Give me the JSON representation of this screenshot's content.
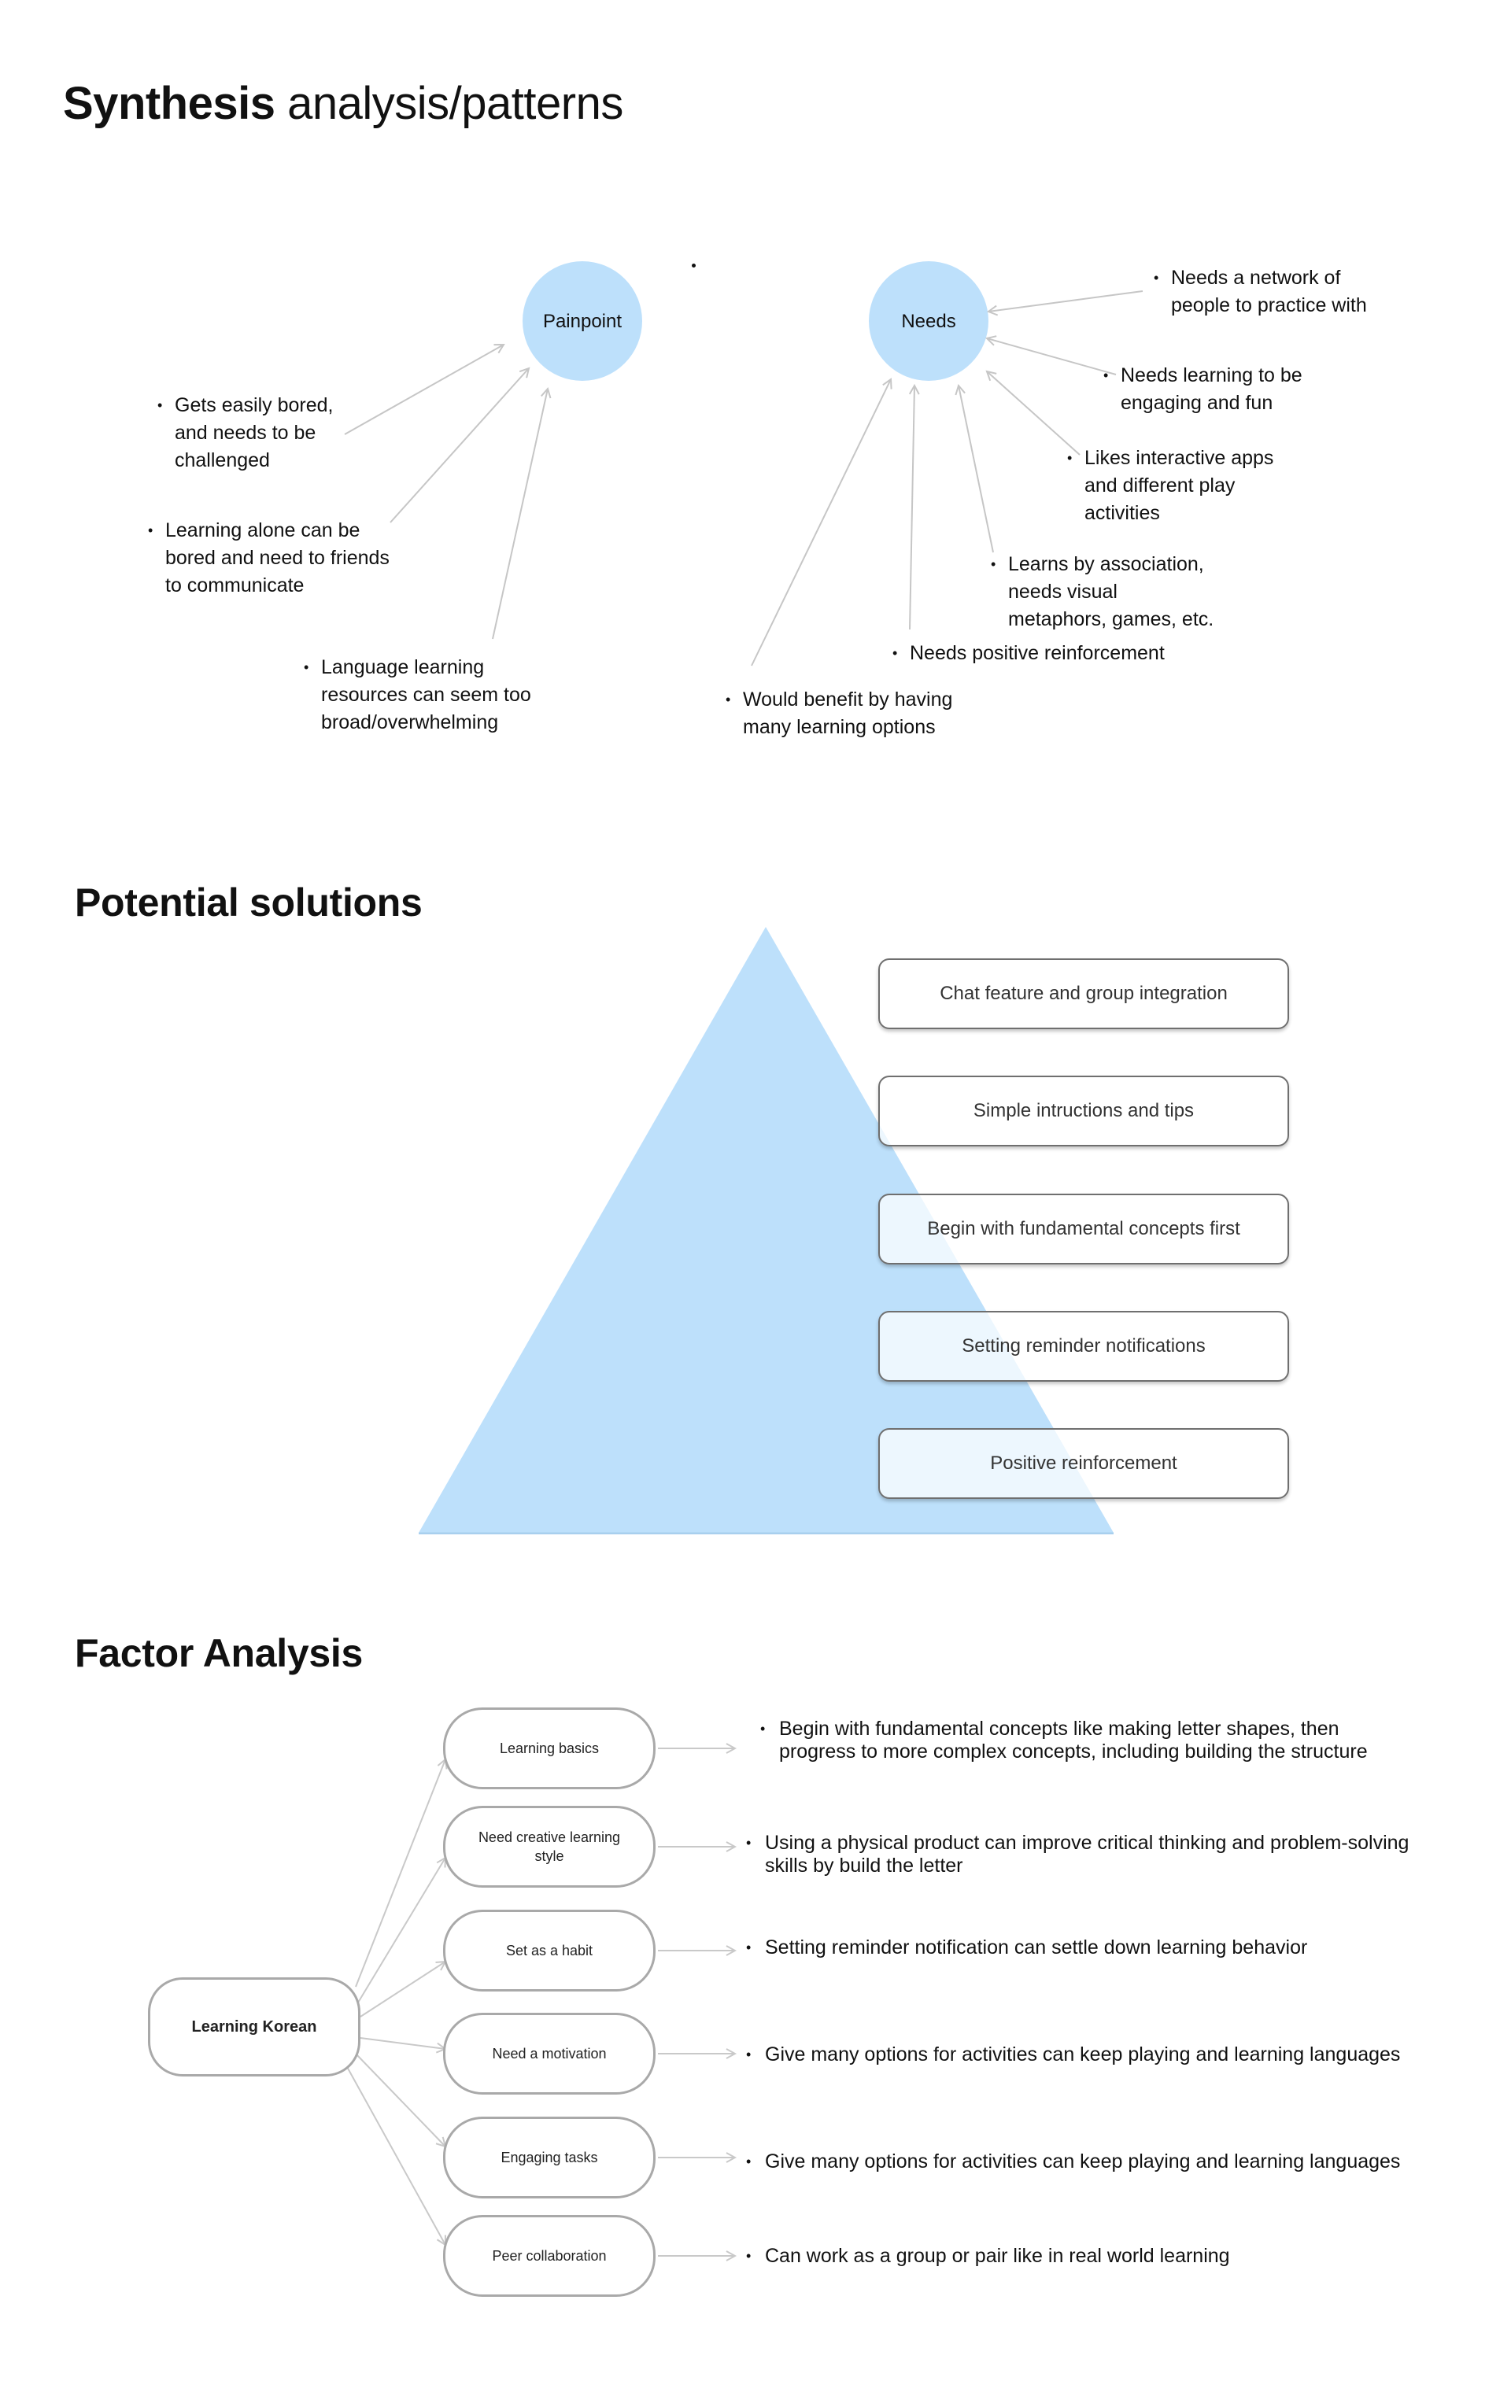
{
  "header": {
    "title_bold": "Synthesis",
    "title_light": "analysis/patterns"
  },
  "synthesis": {
    "painpoint_label": "Painpoint",
    "needs_label": "Needs",
    "painpoints": [
      {
        "lines": [
          "Gets easily bored,",
          "and needs to be",
          "challenged"
        ]
      },
      {
        "lines": [
          "Learning alone can be",
          "bored and need to friends",
          "to communicate"
        ]
      },
      {
        "lines": [
          "Language learning",
          "resources can seem too",
          "broad/overwhelming"
        ]
      }
    ],
    "needs": [
      {
        "lines": [
          "Needs a network of",
          "people to practice with"
        ]
      },
      {
        "lines": [
          "Needs learning to be",
          "engaging and fun"
        ]
      },
      {
        "lines": [
          "Likes interactive apps",
          "and different play",
          "activities"
        ]
      },
      {
        "lines": [
          "Learns by association,",
          "needs visual",
          "metaphors, games, etc."
        ]
      },
      {
        "lines": [
          "Needs positive reinforcement"
        ]
      },
      {
        "lines": [
          "Would benefit by having",
          "many learning options"
        ]
      }
    ],
    "colors": {
      "circle": "#bde0fb",
      "arrow": "#c6c6c6"
    }
  },
  "solutions": {
    "title": "Potential solutions",
    "items": [
      "Chat feature and group integration",
      "Simple intructions and tips",
      "Begin with fundamental concepts first",
      "Setting reminder notifications",
      "Positive reinforcement"
    ],
    "colors": {
      "pyramid": "#bde0fb",
      "border": "#6f6f6f"
    }
  },
  "factor": {
    "title": "Factor Analysis",
    "root": "Learning Korean",
    "factors": [
      {
        "label": "Learning basics",
        "detail": "Begin with fundamental concepts like making letter shapes, then progress to more complex concepts, including building the structure"
      },
      {
        "label": "Need creative learning style",
        "detail": "Using a physical product can improve critical thinking and problem-solving skills by build the letter"
      },
      {
        "label": "Set as a habit",
        "detail": "Setting reminder notification can settle down learning behavior"
      },
      {
        "label": "Need a motivation",
        "detail": "Give many options for activities can keep playing and learning languages"
      },
      {
        "label": "Engaging tasks",
        "detail": "Give many options for activities can keep playing and learning languages"
      },
      {
        "label": "Peer collaboration",
        "detail": "Can work as a group or pair like in real world learning"
      }
    ],
    "colors": {
      "pill_border": "#a9a9a9",
      "line": "#c9c9c9"
    }
  }
}
